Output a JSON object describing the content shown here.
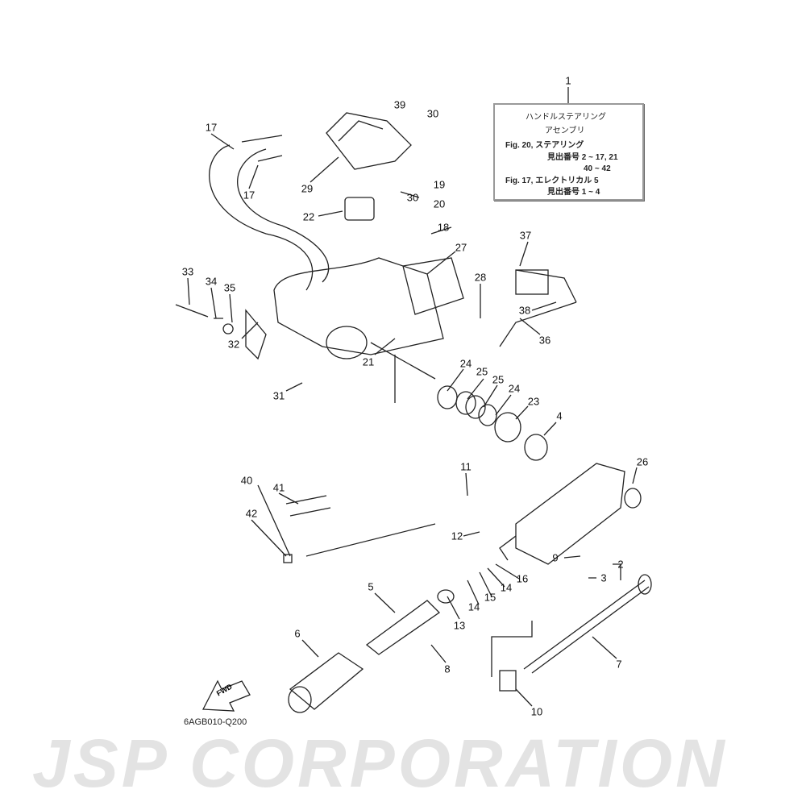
{
  "watermark": "JSP CORPORATION",
  "note_box": {
    "line1": "ハンドルステアリング",
    "line2": "アセンブリ",
    "line3": "Fig. 20, ステアリング",
    "line4": "見出番号 2 ~ 17, 21",
    "line5": "40 ~ 42",
    "line6": "Fig. 17, エレクトリカル 5",
    "line7": "見出番号 1 ~ 4"
  },
  "fwd_label": "FWD",
  "diagram_code": "6AGB010-Q200",
  "callouts": [
    "1",
    "39",
    "30",
    "17",
    "17",
    "29",
    "19",
    "20",
    "30",
    "22",
    "18",
    "27",
    "37",
    "28",
    "33",
    "34",
    "35",
    "38",
    "36",
    "32",
    "24",
    "25",
    "25",
    "24",
    "21",
    "31",
    "23",
    "4",
    "26",
    "11",
    "40",
    "41",
    "42",
    "12",
    "9",
    "2",
    "3",
    "16",
    "14",
    "15",
    "14",
    "5",
    "13",
    "7",
    "6",
    "8",
    "10"
  ]
}
